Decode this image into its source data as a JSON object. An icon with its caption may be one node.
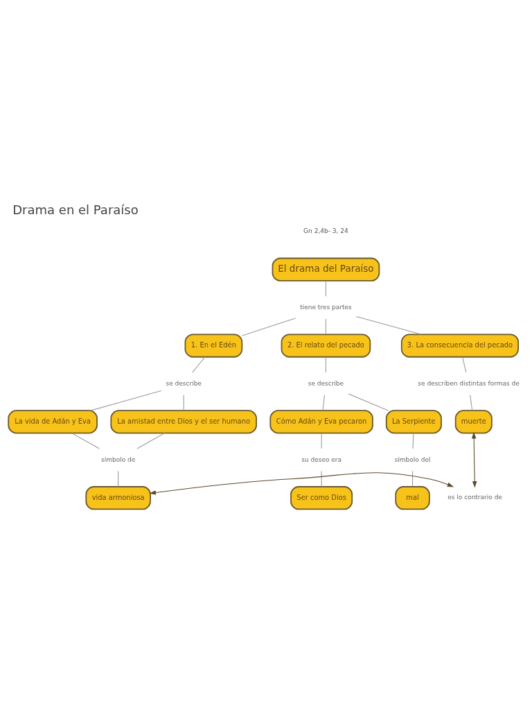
{
  "diagram": {
    "title": "Drama en el Paraíso",
    "nodes": [
      {
        "text": [
          "El drama del Paraíso"
        ]
      },
      {
        "text": [
          "tiene tres partes"
        ]
      },
      {
        "text": [
          "1. En el Edén"
        ]
      },
      {
        "text": [
          "2. El relato del pecado"
        ]
      },
      {
        "text": [
          "3. La consecuencia del pecado"
        ]
      },
      {
        "text": [
          "se describe"
        ]
      },
      {
        "text": [
          "se describe"
        ]
      },
      {
        "text": [
          "se describen distintas formas de"
        ]
      },
      {
        "text": [
          "La vida de Adán y Eva"
        ]
      },
      {
        "text": [
          "La amistad entre Dios y el ser humano"
        ]
      },
      {
        "text": [
          "Cómo Adán y Eva pecaron"
        ]
      },
      {
        "text": [
          "La Serpiente"
        ]
      },
      {
        "text": [
          "muerte"
        ]
      },
      {
        "text": [
          "símbolo de"
        ]
      },
      {
        "text": [
          "su deseo era"
        ]
      },
      {
        "text": [
          "símbolo del"
        ]
      },
      {
        "text": [
          "es lo contrario de"
        ]
      },
      {
        "text": [
          "vida armoniosa"
        ]
      },
      {
        "text": [
          "Ser como Dios"
        ]
      },
      {
        "text": [
          "mal"
        ]
      }
    ],
    "edges": [
      {
        "from": 0,
        "to": 1,
        "arrow": "none"
      },
      {
        "from": 1,
        "to": 2,
        "arrow": "none"
      },
      {
        "from": 1,
        "to": 3,
        "arrow": "none"
      },
      {
        "from": 1,
        "to": 4,
        "arrow": "none"
      },
      {
        "from": 2,
        "to": 5,
        "arrow": "none"
      },
      {
        "from": 3,
        "to": 6,
        "arrow": "none"
      },
      {
        "from": 4,
        "to": 7,
        "arrow": "none"
      },
      {
        "from": 5,
        "to": 8,
        "arrow": "none"
      },
      {
        "from": 5,
        "to": 9,
        "arrow": "none"
      },
      {
        "from": 6,
        "to": 10,
        "arrow": "none"
      },
      {
        "from": 6,
        "to": 11,
        "arrow": "none"
      },
      {
        "from": 7,
        "to": 12,
        "arrow": "none"
      },
      {
        "from": 8,
        "to": 13,
        "arrow": "none"
      },
      {
        "from": 9,
        "to": 13,
        "arrow": "none"
      },
      {
        "from": 10,
        "to": 14,
        "arrow": "none"
      },
      {
        "from": 11,
        "to": 15,
        "arrow": "none"
      },
      {
        "from": 12,
        "to": 16,
        "arrow": "both",
        "color": "#5c4a2a"
      },
      {
        "from": 13,
        "to": 17,
        "arrow": "none"
      },
      {
        "from": 14,
        "to": 18,
        "arrow": "none"
      },
      {
        "from": 15,
        "to": 19,
        "arrow": "none"
      },
      {
        "from": 17,
        "to": 16,
        "arrow": "both",
        "color": "#5c4a2a"
      }
    ],
    "labels": [
      "Gn 2,4b- 3, 24"
    ]
  }
}
